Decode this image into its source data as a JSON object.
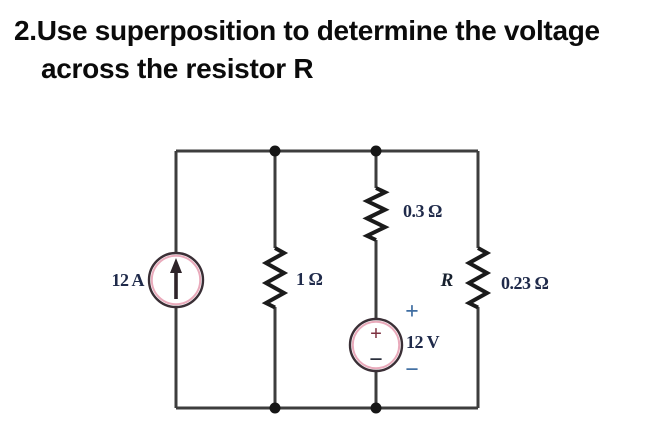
{
  "title": {
    "line1": "2.Use superposition to determine the voltage",
    "line2": "across the resistor R"
  },
  "circuit": {
    "current_source": {
      "label": "12 A"
    },
    "resistor_mid": {
      "label": "1 Ω"
    },
    "resistor_top": {
      "label": "0.3 Ω"
    },
    "resistor_right": {
      "name": "R",
      "value": "0.23 Ω"
    },
    "voltage_source": {
      "label": "12 V",
      "terminal_plus": "+",
      "terminal_minus": "−",
      "polarity_plus": "+",
      "polarity_minus": "−"
    },
    "colors": {
      "wire": "#3d3d3d",
      "component_ink": "#1b1b1b",
      "label_ink": "#1f2a4a",
      "source_ring_pink": "#e9aabb",
      "polarity_blue": "#3f6da1",
      "inner_plus_red": "#7d3040"
    }
  }
}
